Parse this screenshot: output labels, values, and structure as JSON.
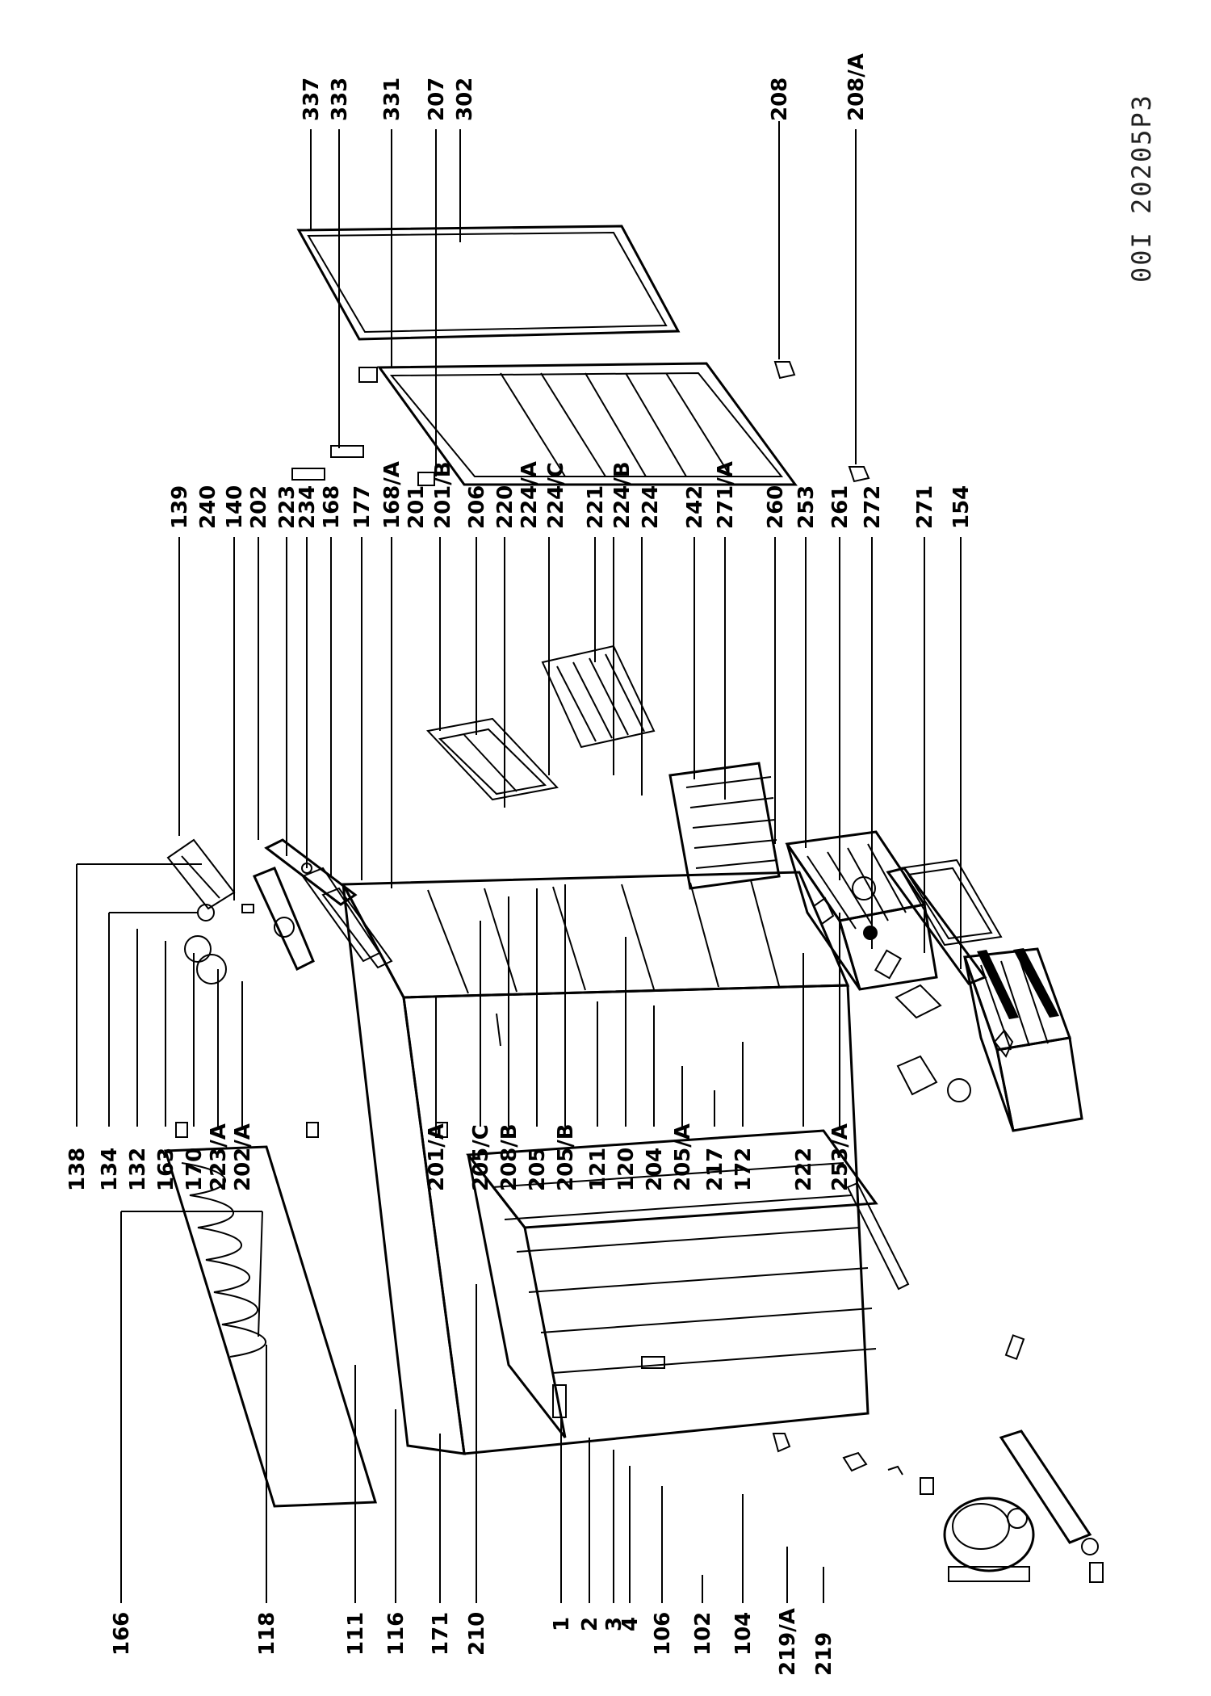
{
  "diagram": {
    "document_code": "00I 20205P3",
    "top_labels": [
      "337",
      "333",
      "331",
      "207",
      "302",
      "208",
      "208/A"
    ],
    "upper_middle_labels": [
      "139",
      "240",
      "140",
      "202",
      "223",
      "234",
      "168",
      "177",
      "168/A",
      "201",
      "201/B",
      "206",
      "220",
      "224/A",
      "224/C",
      "221",
      "224/B",
      "224",
      "242",
      "271/A",
      "260",
      "253",
      "261",
      "272",
      "271",
      "154"
    ],
    "middle_labels": [
      "138",
      "134",
      "132",
      "163",
      "170",
      "223/A",
      "202/A",
      "201/A",
      "205/C",
      "208/B",
      "205",
      "205/B",
      "121",
      "120",
      "204",
      "205/A",
      "217",
      "172",
      "222",
      "253/A"
    ],
    "bottom_labels": [
      "166",
      "118",
      "111",
      "116",
      "171",
      "210",
      "1",
      "2",
      "3",
      "4",
      "106",
      "102",
      "104",
      "219/A",
      "219"
    ]
  }
}
